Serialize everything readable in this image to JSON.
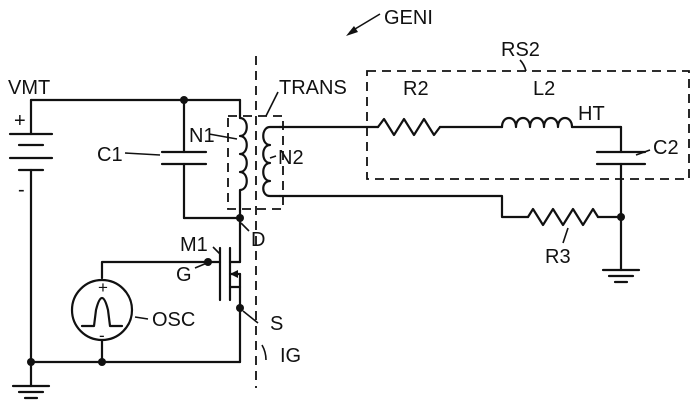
{
  "labels": {
    "geni": "GENI",
    "rs2": "RS2",
    "vmt": "VMT",
    "trans": "TRANS",
    "r2": "R2",
    "l2": "L2",
    "ht": "HT",
    "c1": "C1",
    "n1": "N1",
    "n2": "N2",
    "c2": "C2",
    "m1": "M1",
    "d": "D",
    "g": "G",
    "r3": "R3",
    "osc": "OSC",
    "s": "S",
    "ig": "IG",
    "plus": "+",
    "minus": "-",
    "osc_plus": "+",
    "osc_minus": "-"
  }
}
